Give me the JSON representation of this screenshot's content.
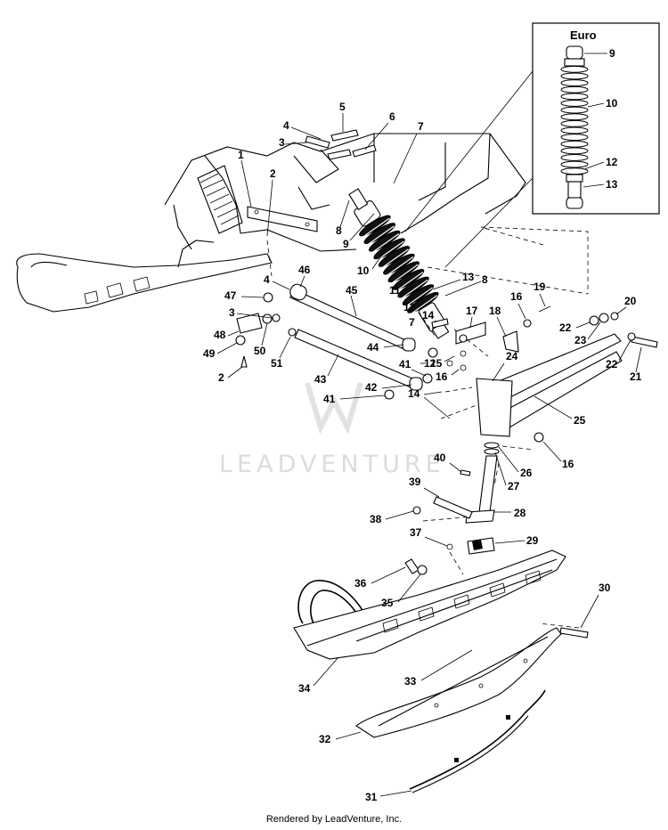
{
  "inset": {
    "title": "Euro"
  },
  "watermark": {
    "text": "LEADVENTURE"
  },
  "footer": {
    "text": "Rendered by LeadVenture, Inc."
  },
  "part_numbers": {
    "p1": "1",
    "p2a": "2",
    "p2b": "2",
    "p3a": "3",
    "p3b": "3",
    "p4a": "4",
    "p4b": "4",
    "p5": "5",
    "p6": "6",
    "p7a": "7",
    "p7b": "7",
    "p8a": "8",
    "p8b": "8",
    "p9": "9",
    "p10": "10",
    "p11": "11",
    "p12": "12",
    "p13": "13",
    "p14a": "14",
    "p14b": "14",
    "p15": "15",
    "p16a": "16",
    "p16b": "16",
    "p16c": "16",
    "p17": "17",
    "p18": "18",
    "p19": "19",
    "p20": "20",
    "p21": "21",
    "p22a": "22",
    "p22b": "22",
    "p23": "23",
    "p24": "24",
    "p25": "25",
    "p26": "26",
    "p27": "27",
    "p28": "28",
    "p29": "29",
    "p30": "30",
    "p31": "31",
    "p32": "32",
    "p33": "33",
    "p34": "34",
    "p35": "35",
    "p36": "36",
    "p37": "37",
    "p38": "38",
    "p39": "39",
    "p40": "40",
    "p41a": "41",
    "p41b": "41",
    "p42": "42",
    "p43": "43",
    "p44": "44",
    "p45": "45",
    "p46": "46",
    "p47": "47",
    "p48": "48",
    "p49": "49",
    "p50": "50",
    "p51": "51",
    "e9": "9",
    "e10": "10",
    "e12": "12",
    "e13": "13"
  }
}
